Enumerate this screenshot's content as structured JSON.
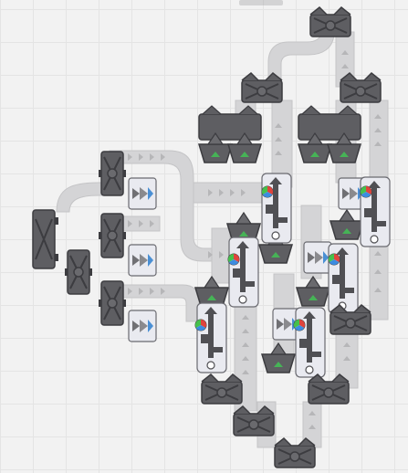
{
  "game": {
    "name": "",
    "palette": {
      "background": "#f2f2f2",
      "grid": "#e4e4e4",
      "belt": "#d4d4d6",
      "belt_edge": "#c4c4c6",
      "belt_arrow": "#b4b4b6",
      "machine_dark": "#5e5e62",
      "machine_edge": "#3c3c40",
      "panel": "#e9eaf0",
      "panel_edge": "#6a6a70",
      "filter_icon": "#4a8fd4",
      "accent_green": "#46b356",
      "accent_blue": "#4a90d0"
    },
    "components": [
      "splitter",
      "merger",
      "conveyor-belt",
      "painter",
      "filter",
      "stacker",
      "color-mixer",
      "output-hub",
      "input-source"
    ]
  }
}
